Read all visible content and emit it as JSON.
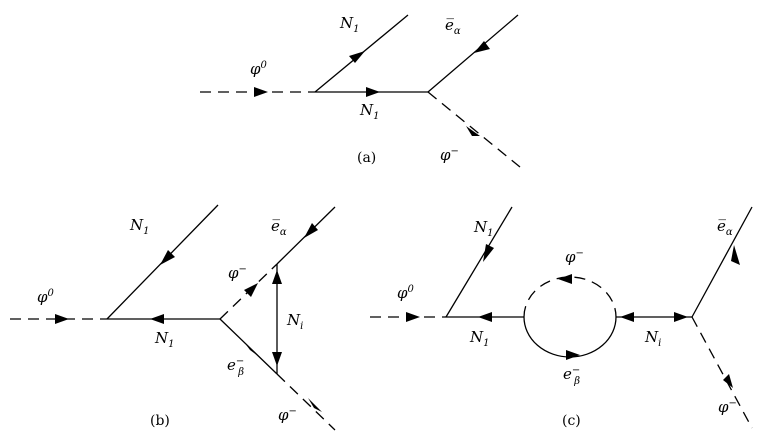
{
  "diagrams": [
    {
      "caption": "(a)",
      "labels": {
        "phi0": {
          "base": "φ",
          "sup": "0"
        },
        "n1_out": {
          "base": "N",
          "sub": "1"
        },
        "n1_mid": {
          "base": "N",
          "sub": "1"
        },
        "ebar_alpha": {
          "base": "e̅",
          "sub": "α"
        },
        "phi_minus": {
          "base": "φ",
          "sup": "−"
        }
      }
    },
    {
      "caption": "(b)",
      "labels": {
        "n1_out": {
          "base": "N",
          "sub": "1"
        },
        "ebar_alpha": {
          "base": "e̅",
          "sub": "α"
        },
        "phi_minus_loop": {
          "base": "φ",
          "sup": "−"
        },
        "phi0": {
          "base": "φ",
          "sup": "0"
        },
        "ni": {
          "base": "N",
          "sub": "i"
        },
        "n1_mid": {
          "base": "N",
          "sub": "1"
        },
        "e_beta": {
          "base": "e",
          "sub": "β",
          "sup": "−"
        },
        "phi_minus_out": {
          "base": "φ",
          "sup": "−"
        }
      }
    },
    {
      "caption": "(c)",
      "labels": {
        "n1_out": {
          "base": "N",
          "sub": "1"
        },
        "phi_minus_loop": {
          "base": "φ",
          "sup": "−"
        },
        "ebar_alpha": {
          "base": "e̅",
          "sub": "α"
        },
        "phi0": {
          "base": "φ",
          "sup": "0"
        },
        "n1_mid": {
          "base": "N",
          "sub": "1"
        },
        "ni": {
          "base": "N",
          "sub": "i"
        },
        "e_beta": {
          "base": "e",
          "sub": "β",
          "sup": "−"
        },
        "phi_minus_out": {
          "base": "φ",
          "sup": "−"
        }
      }
    }
  ]
}
